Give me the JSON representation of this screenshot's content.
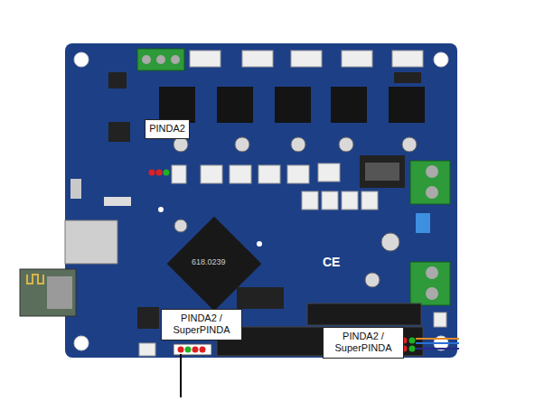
{
  "diagram": {
    "nodes": [
      {
        "text": [
          "PINDA2"
        ]
      },
      {
        "text": [
          "PINDA2 / SuperPINDA"
        ]
      },
      {
        "text": [
          "PINDA2 / SuperPINDA"
        ]
      }
    ],
    "labels": [
      "CE",
      "618.0239"
    ]
  }
}
